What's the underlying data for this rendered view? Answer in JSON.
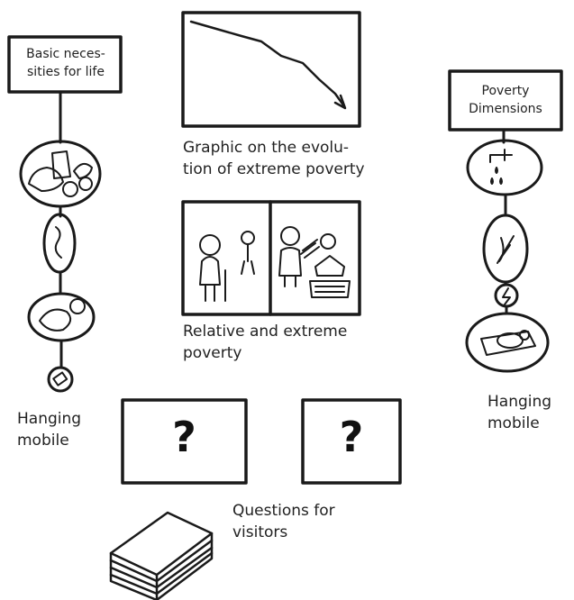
{
  "left_mobile": {
    "sign": "Basic neces-\nsities for life",
    "caption": "Hanging\nmobile"
  },
  "right_mobile": {
    "sign": "Poverty\nDimensions",
    "caption": "Hanging\nmobile"
  },
  "graphic_caption": "Graphic on the evolu-\ntion of extreme poverty",
  "poverty_caption": "Relative and extreme\npoverty",
  "question_mark": "?",
  "questions_caption": "Questions for\nvisitors"
}
